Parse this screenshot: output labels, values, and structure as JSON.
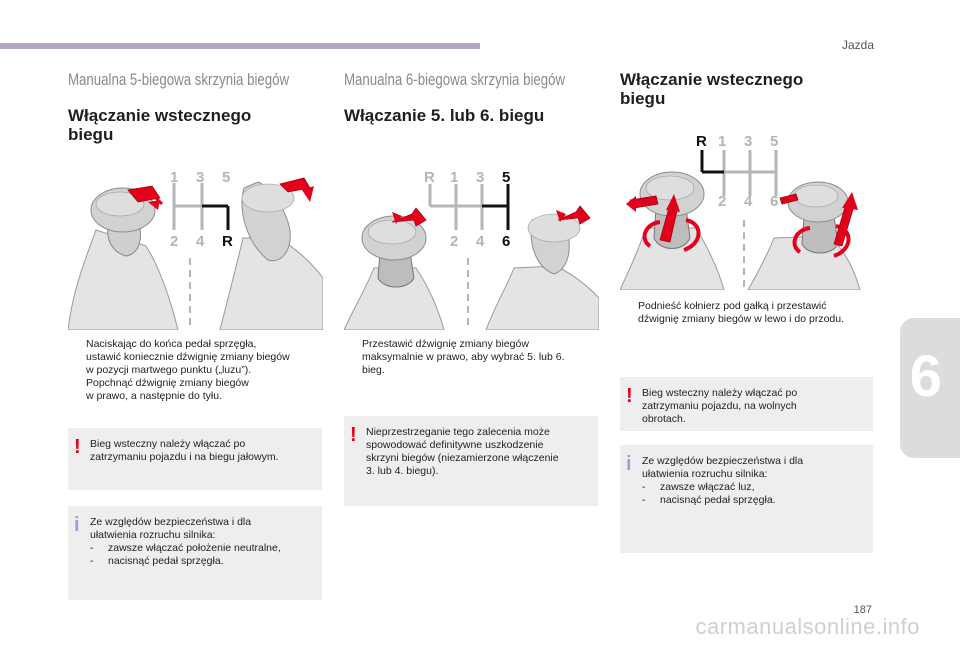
{
  "header": {
    "chapter_name": "Jazda",
    "chapter_number": "6",
    "page_number": "187"
  },
  "watermark": "carmanualsonline.info",
  "col1": {
    "section_title": "Manualna 5-biegowa skrzynia biegów",
    "heading_1": "Włączanie wstecznego",
    "heading_2": "biegu",
    "diagram": {
      "top": [
        "1",
        "3",
        "5"
      ],
      "bottom": [
        "2",
        "4",
        "R"
      ]
    },
    "bullets": [
      [
        "Naciskając do końca pedał sprzęgła,",
        "ustawić koniecznie dźwignię zmiany biegów",
        "w pozycji martwego punktu („luzu”)."
      ],
      [
        "Popchnąć dźwignię zmiany biegów",
        "w prawo, a następnie do tyłu."
      ]
    ],
    "warning": [
      "Bieg wsteczny należy włączać po",
      "zatrzymaniu pojazdu i na biegu jałowym."
    ],
    "info": {
      "lines": [
        "Ze względów bezpieczeństwa i dla",
        "ułatwienia rozruchu silnika:"
      ],
      "dashes": [
        "zawsze włączać położenie neutralne,",
        "nacisnąć pedał sprzęgła."
      ]
    }
  },
  "col2": {
    "section_title": "Manualna 6-biegowa skrzynia biegów",
    "heading": "Włączanie 5. lub 6. biegu",
    "diagram": {
      "top": [
        "R",
        "1",
        "3",
        "5"
      ],
      "bottom": [
        "2",
        "4",
        "6"
      ]
    },
    "bullets": [
      [
        "Przestawić dźwignię zmiany biegów",
        "maksymalnie w prawo, aby wybrać 5. lub 6.",
        "bieg."
      ]
    ],
    "warning": [
      "Nieprzestrzeganie tego zalecenia może",
      "spowodować definitywne uszkodzenie",
      "skrzyni biegów (niezamierzone włączenie",
      "3. lub 4. biegu)."
    ]
  },
  "col3": {
    "heading_1": "Włączanie wstecznego",
    "heading_2": "biegu",
    "diagram": {
      "top": [
        "R",
        "1",
        "3",
        "5"
      ],
      "bottom": [
        "2",
        "4",
        "6"
      ]
    },
    "bullets": [
      [
        "Podnieść kołnierz pod gałką i przestawić",
        "dźwignię zmiany biegów w lewo i do przodu."
      ]
    ],
    "warning": [
      "Bieg wsteczny należy włączać po",
      "zatrzymaniu pojazdu, na wolnych",
      "obrotach."
    ],
    "info": {
      "lines": [
        "Ze względów bezpieczeństwa i dla",
        "ułatwienia rozruchu silnika:"
      ],
      "dashes": [
        "zawsze włączać luz,",
        "nacisnąć pedał sprzęgła."
      ]
    }
  },
  "symbols": {
    "bullet": "",
    "warning": "!",
    "info": "i",
    "dash": "-"
  },
  "colors": {
    "accent_bar": "#b3a7c3",
    "warning": "#e3001b",
    "info": "#a79ad9",
    "highlight": "#111111",
    "pattern_grey": "#b5b5b5"
  }
}
